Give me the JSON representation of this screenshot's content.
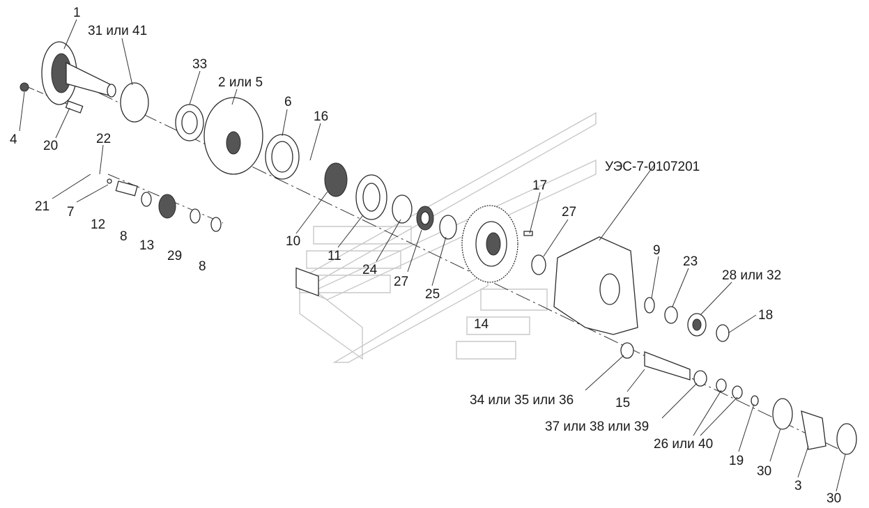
{
  "diagram": {
    "assembly_label": "УЭС-7-0107201",
    "callouts": [
      {
        "id": "c1",
        "text": "1"
      },
      {
        "id": "c2",
        "text": "31 или 41"
      },
      {
        "id": "c3",
        "text": "33"
      },
      {
        "id": "c4",
        "text": "2 или 5"
      },
      {
        "id": "c5",
        "text": "6"
      },
      {
        "id": "c6",
        "text": "16"
      },
      {
        "id": "c7",
        "text": "4"
      },
      {
        "id": "c8",
        "text": "20"
      },
      {
        "id": "c9",
        "text": "22"
      },
      {
        "id": "c10",
        "text": "21"
      },
      {
        "id": "c11",
        "text": "7"
      },
      {
        "id": "c12",
        "text": "12"
      },
      {
        "id": "c13",
        "text": "8"
      },
      {
        "id": "c14",
        "text": "13"
      },
      {
        "id": "c15",
        "text": "29"
      },
      {
        "id": "c16",
        "text": "8"
      },
      {
        "id": "c17",
        "text": "10"
      },
      {
        "id": "c18",
        "text": "11"
      },
      {
        "id": "c19",
        "text": "24"
      },
      {
        "id": "c20",
        "text": "27"
      },
      {
        "id": "c21",
        "text": "25"
      },
      {
        "id": "c22",
        "text": "17"
      },
      {
        "id": "c23",
        "text": "27"
      },
      {
        "id": "c24",
        "text": "14"
      },
      {
        "id": "c25",
        "text": "9"
      },
      {
        "id": "c26",
        "text": "23"
      },
      {
        "id": "c27",
        "text": "28 или 32"
      },
      {
        "id": "c28",
        "text": "18"
      },
      {
        "id": "c29",
        "text": "34 или 35 или 36"
      },
      {
        "id": "c30",
        "text": "15"
      },
      {
        "id": "c31",
        "text": "37 или 38 или 39"
      },
      {
        "id": "c32",
        "text": "26 или 40"
      },
      {
        "id": "c33",
        "text": "19"
      },
      {
        "id": "c34",
        "text": "30"
      },
      {
        "id": "c35",
        "text": "3"
      },
      {
        "id": "c36",
        "text": "30"
      }
    ]
  }
}
